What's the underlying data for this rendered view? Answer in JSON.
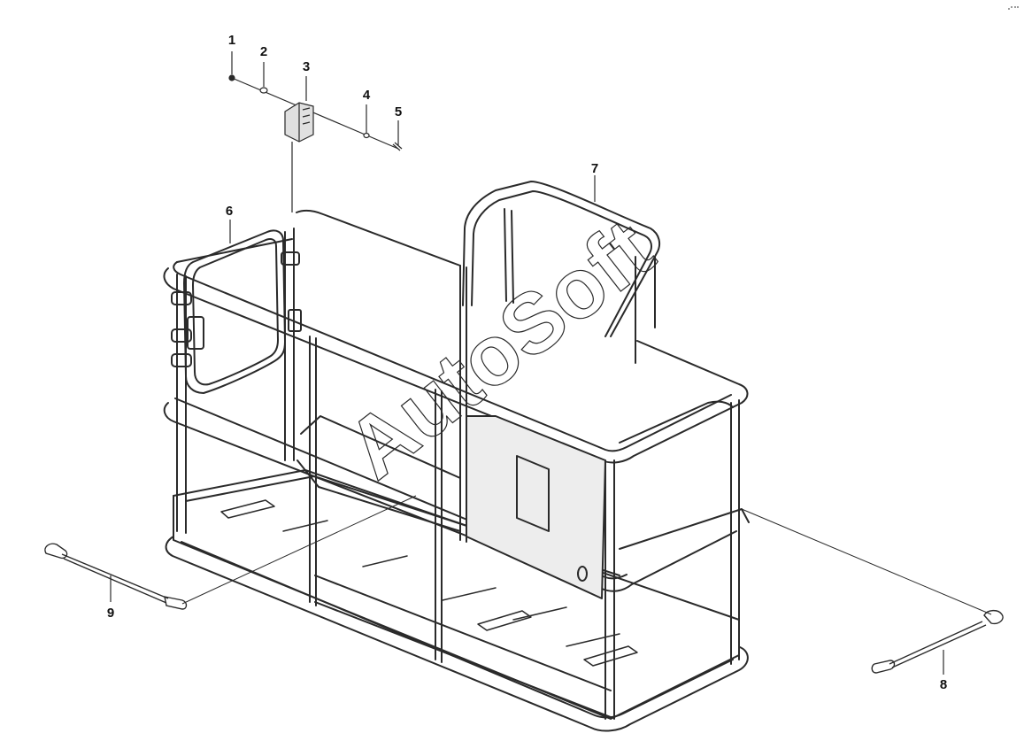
{
  "callouts": [
    "1",
    "2",
    "3",
    "4",
    "5",
    "6",
    "7",
    "8",
    "9"
  ],
  "watermark": "AutoSoft",
  "colors": {
    "line": "#2a2a2a",
    "ink": "#111111",
    "background": "#ffffff",
    "panel_fill": "#ededed"
  }
}
